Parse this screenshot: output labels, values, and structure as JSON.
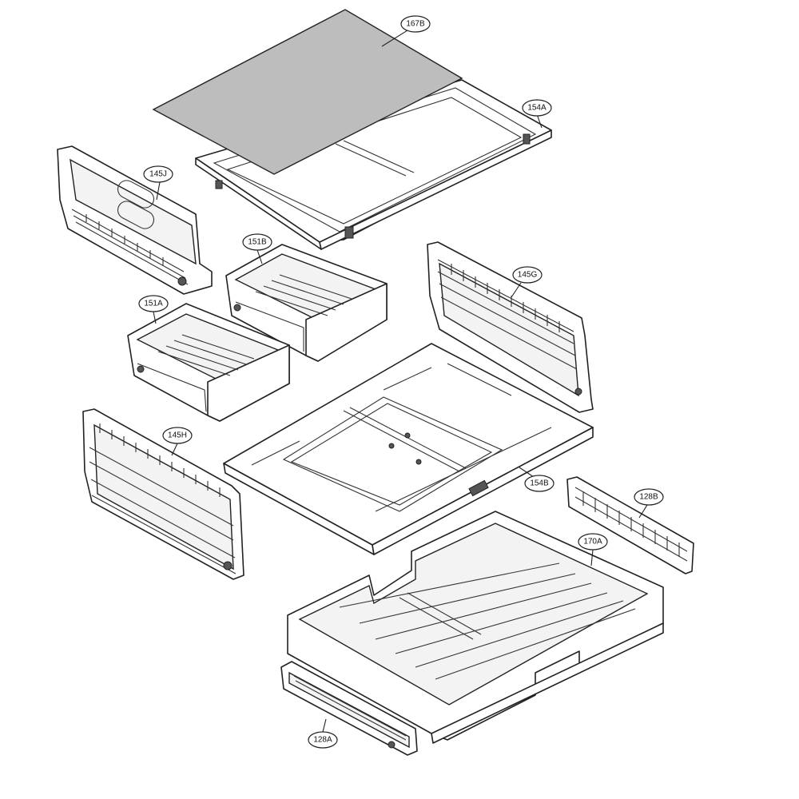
{
  "callouts": [
    {
      "id": "167B",
      "label": "167B"
    },
    {
      "id": "154A",
      "label": "154A"
    },
    {
      "id": "145J",
      "label": "145J"
    },
    {
      "id": "151B",
      "label": "151B"
    },
    {
      "id": "145G",
      "label": "145G"
    },
    {
      "id": "151A",
      "label": "151A"
    },
    {
      "id": "145H",
      "label": "145H"
    },
    {
      "id": "154B",
      "label": "154B"
    },
    {
      "id": "128B",
      "label": "128B"
    },
    {
      "id": "170A",
      "label": "170A"
    },
    {
      "id": "128A",
      "label": "128A"
    }
  ]
}
